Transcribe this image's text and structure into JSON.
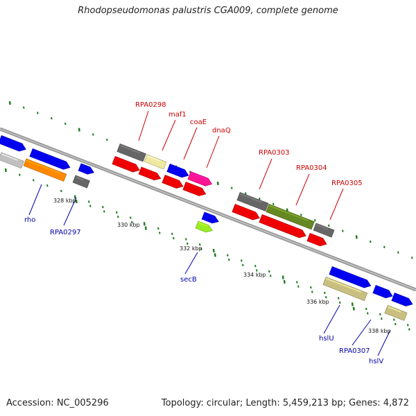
{
  "title": "Rhodopseudomonas palustris CGA009, complete genome",
  "footer": {
    "accession": "Accession: NC_005296",
    "summary": "Topology: circular; Length: 5,459,213 bp; Genes: 4,872"
  },
  "colors": {
    "top_label": "#cc0000",
    "bottom_label": "#0000aa",
    "tick": "#1a7a1a",
    "backbone": "#999999"
  },
  "ticks": [
    {
      "label": "328 kbp"
    },
    {
      "label": "330 kbp"
    },
    {
      "label": "332 kbp"
    },
    {
      "label": "334 kbp"
    },
    {
      "label": "336 kbp"
    },
    {
      "label": "338 kbp"
    }
  ],
  "genes": [
    {
      "name": "g-a",
      "color": "#0000ee"
    },
    {
      "name": "g-b",
      "color": "#0000ee"
    },
    {
      "name": "g-c",
      "color": "#c0c0c0"
    },
    {
      "name": "rho",
      "color": "#ff8800"
    },
    {
      "name": "g-d",
      "color": "#0000ee"
    },
    {
      "name": "RPA0297",
      "color": "#666666"
    },
    {
      "name": "RPA0298",
      "color": "#666666"
    },
    {
      "name": "maf1",
      "color": "#eee8a0"
    },
    {
      "name": "g-e",
      "color": "#0000ee"
    },
    {
      "name": "g-f",
      "color": "#ff1493"
    },
    {
      "name": "g-g",
      "color": "#ee0000"
    },
    {
      "name": "g-h",
      "color": "#ee0000"
    },
    {
      "name": "coaE",
      "color": "#ee0000"
    },
    {
      "name": "dnaQ",
      "color": "#ee0000"
    },
    {
      "name": "g-i",
      "color": "#0000ee"
    },
    {
      "name": "secB",
      "color": "#99ee22"
    },
    {
      "name": "RPA0303",
      "color": "#666666"
    },
    {
      "name": "RPA0304",
      "color": "#668822"
    },
    {
      "name": "g-j",
      "color": "#666666"
    },
    {
      "name": "g-k",
      "color": "#ee0000"
    },
    {
      "name": "g-l",
      "color": "#ee0000"
    },
    {
      "name": "RPA0305",
      "color": "#ee0000"
    },
    {
      "name": "g-m",
      "color": "#0000ee"
    },
    {
      "name": "hslU",
      "color": "#c8bf80"
    },
    {
      "name": "g-n",
      "color": "#0000ee"
    },
    {
      "name": "g-o",
      "color": "#0000ee"
    },
    {
      "name": "RPA0307",
      "color": "#c8bf80"
    }
  ],
  "labels": [
    {
      "text": "RPA0298"
    },
    {
      "text": "maf1"
    },
    {
      "text": "coaE"
    },
    {
      "text": "dnaQ"
    },
    {
      "text": "RPA0303"
    },
    {
      "text": "RPA0304"
    },
    {
      "text": "RPA0305"
    },
    {
      "text": "rho"
    },
    {
      "text": "RPA0297"
    },
    {
      "text": "secB"
    },
    {
      "text": "hslU"
    },
    {
      "text": "RPA0307"
    },
    {
      "text": "hslV"
    }
  ]
}
